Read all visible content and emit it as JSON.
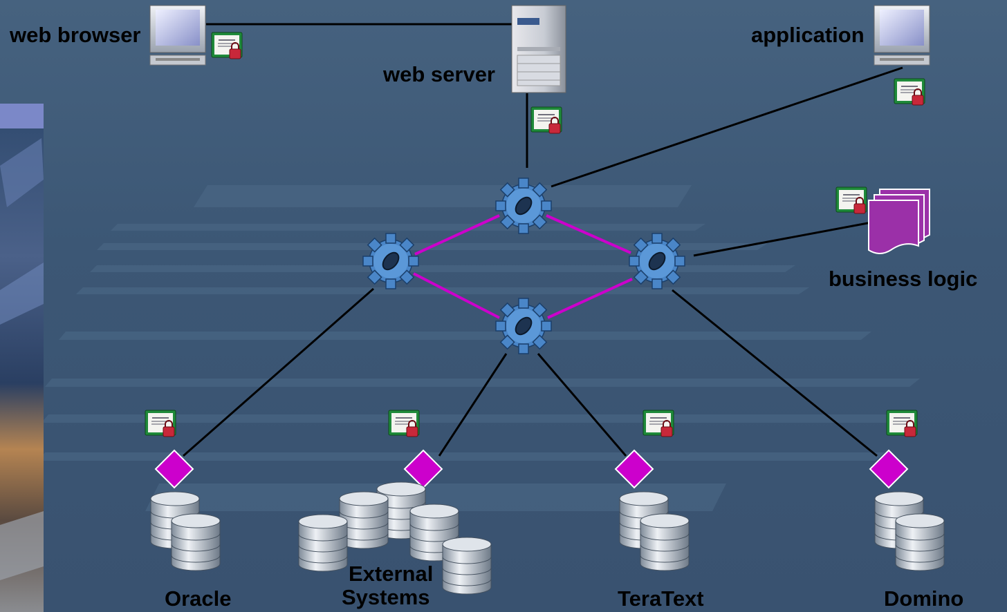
{
  "nodes": {
    "web_browser": "web browser",
    "web_server": "web server",
    "application": "application",
    "business_logic": "business logic",
    "oracle": "Oracle",
    "external_systems_line1": "External",
    "external_systems_line2": "Systems",
    "teratext": "TeraText",
    "domino": "Domino"
  },
  "colors": {
    "background": "#3f5a78",
    "mesh_link": "#cc00cc",
    "link": "#000000",
    "gear": "#4a86c8",
    "diamond": "#cc00cc",
    "document_stack": "#9b30a8"
  },
  "icons": {
    "computer": "computer-icon",
    "server": "server-icon",
    "certificate": "certificate-lock-icon",
    "gear": "gear-icon",
    "diamond": "connector-diamond-icon",
    "database": "database-icon",
    "documents": "document-stack-icon"
  }
}
